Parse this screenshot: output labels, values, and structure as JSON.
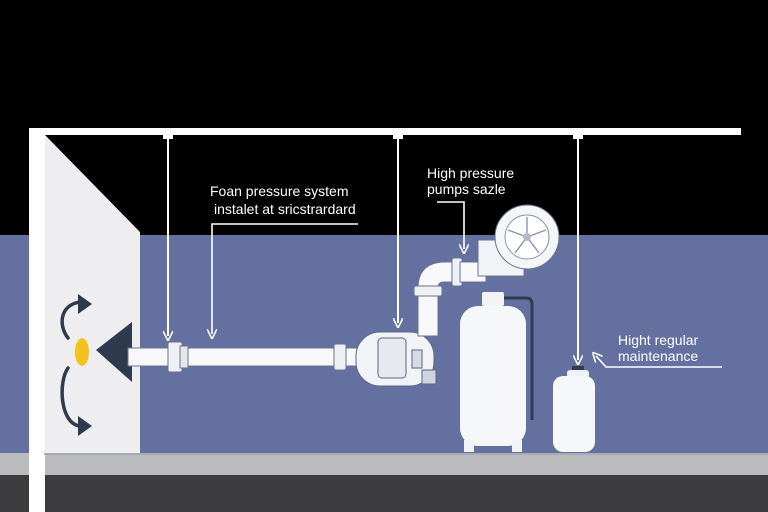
{
  "labels": {
    "foam_line1": "Foan pressure system",
    "foam_line2": "instalet at sricstrardard",
    "pump_line1": "High pressure",
    "pump_line2": "pumps sazle",
    "maint_line1": "Hight regular",
    "maint_line2": "maintenance"
  },
  "colors": {
    "sky": "#000000",
    "wall": "#6470A0",
    "floor_top": "#B9BBBD",
    "floor_bottom": "#3C3C3E",
    "pipe": "#FFFFFF",
    "equipment": "#F2F3F6",
    "panel": "#EEEEF0",
    "accent": "#2E3B4E",
    "light": "#F4C21C"
  },
  "icons": [
    "fan-icon",
    "rotation-arrow-icon",
    "light-cone-icon"
  ]
}
